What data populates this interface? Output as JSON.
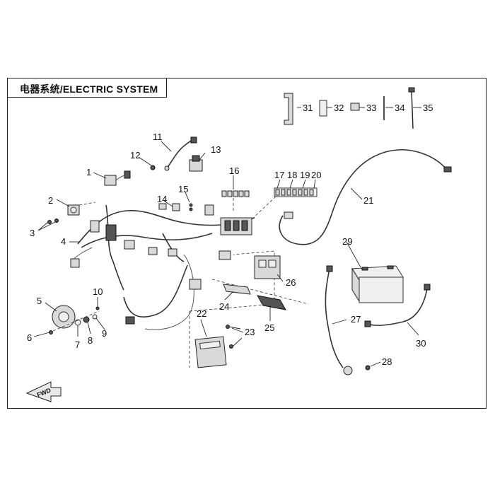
{
  "title": "电器系统/ELECTRIC SYSTEM",
  "fwd_label": "FWD",
  "callouts": [
    "1",
    "2",
    "3",
    "4",
    "5",
    "6",
    "7",
    "8",
    "9",
    "10",
    "11",
    "12",
    "13",
    "14",
    "15",
    "16",
    "17",
    "18",
    "19",
    "20",
    "21",
    "22",
    "23",
    "24",
    "25",
    "26",
    "27",
    "28",
    "29",
    "30",
    "31",
    "32",
    "33",
    "34",
    "35"
  ]
}
